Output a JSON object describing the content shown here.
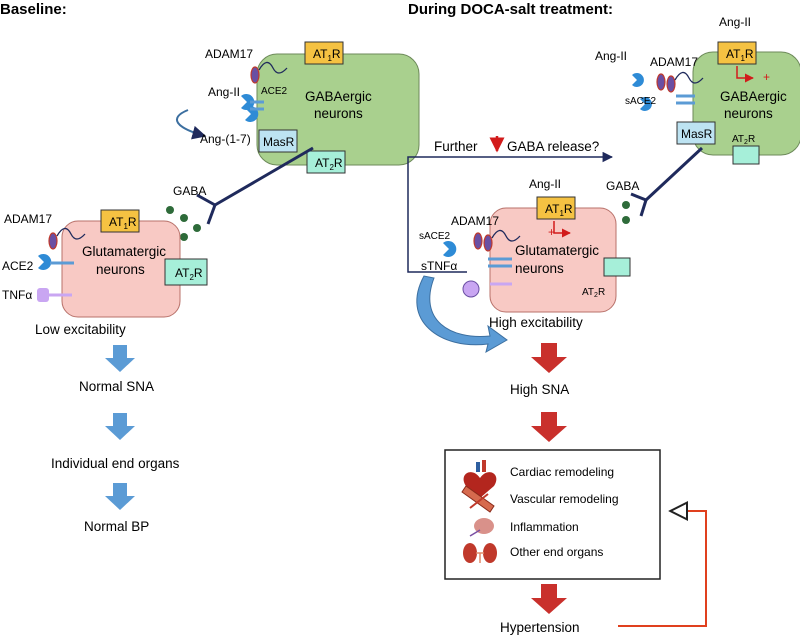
{
  "headers": {
    "baseline": "Baseline:",
    "doca": "During DOCA-salt treatment:"
  },
  "left": {
    "adam17_top": "ADAM17",
    "at1r_top": "AT",
    "at1r_top_sub": "1",
    "at1r_top_suffix": "R",
    "ang2": "Ang-II",
    "ace2_gaba": "ACE2",
    "ang17": "Ang-(1-7)",
    "gaba_neurons_1": "GABAergic",
    "gaba_neurons_2": "neurons",
    "masr": "MasR",
    "at2r_top": "AT",
    "at2r_top_sub": "2",
    "at2r_top_suffix": "R",
    "gaba": "GABA",
    "adam17_bottom": "ADAM17",
    "at1r_bottom": "AT",
    "at1r_bottom_sub": "1",
    "at1r_bottom_suffix": "R",
    "glut_neurons_1": "Glutamatergic",
    "glut_neurons_2": "neurons",
    "ace2_glut": "ACE2",
    "at2r_bottom": "AT",
    "at2r_bottom_sub": "2",
    "at2r_bottom_suffix": "R",
    "tnfa": "TNFα",
    "low_excitability": "Low excitability",
    "normal_sna": "Normal SNA",
    "end_organs": "Individual end organs",
    "normal_bp": "Normal BP"
  },
  "right": {
    "ang2_top": "Ang-II",
    "ang2_side": "Ang-II",
    "adam17_top": "ADAM17",
    "at1r_top": "AT",
    "at1r_top_sub": "1",
    "at1r_top_suffix": "R",
    "plus_top": "+",
    "sace2_top": "sACE2",
    "gaba_neurons_1": "GABAergic",
    "gaba_neurons_2": "neurons",
    "masr": "MasR",
    "at2r_top": "AT",
    "at2r_top_sub": "2",
    "at2r_top_suffix": "R",
    "further_1": "Further",
    "further_2": "GABA release?",
    "gaba": "GABA",
    "ang2_mid": "Ang-II",
    "adam17_mid": "ADAM17",
    "at1r_mid": "AT",
    "at1r_mid_sub": "1",
    "at1r_mid_suffix": "R",
    "plus_mid": "+",
    "sace2_mid": "sACE2",
    "glut_neurons_1": "Glutamatergic",
    "glut_neurons_2": "neurons",
    "stnfa": "sTNFα",
    "at2r_mid": "AT",
    "at2r_mid_sub": "2",
    "at2r_mid_suffix": "R",
    "high_excitability": "High excitability",
    "high_sna": "High SNA",
    "outcomes": [
      "Cardiac remodeling",
      "Vascular remodeling",
      "Inflammation",
      "Other end organs"
    ],
    "hypertension": "Hypertension"
  },
  "colors": {
    "gaba_cell": "#a9d08e",
    "glut_cell": "#f8c9c4",
    "at1r": "#f5c242",
    "at2r": "#a6efd9",
    "masr": "#bde3f2",
    "blue_arrow": "#5b9bd5",
    "red_arrow": "#c9302c",
    "ace2": "#2e8bd6",
    "dark_navy": "#1f2a5c",
    "gaba_dot": "#2e6b3a",
    "tnfa": "#c9a6f2",
    "adam": "#6a4fa3",
    "feedback": "#e0401e"
  },
  "icons": [
    "heart-icon",
    "vessel-icon",
    "lymph-node-icon",
    "kidney-icon"
  ]
}
